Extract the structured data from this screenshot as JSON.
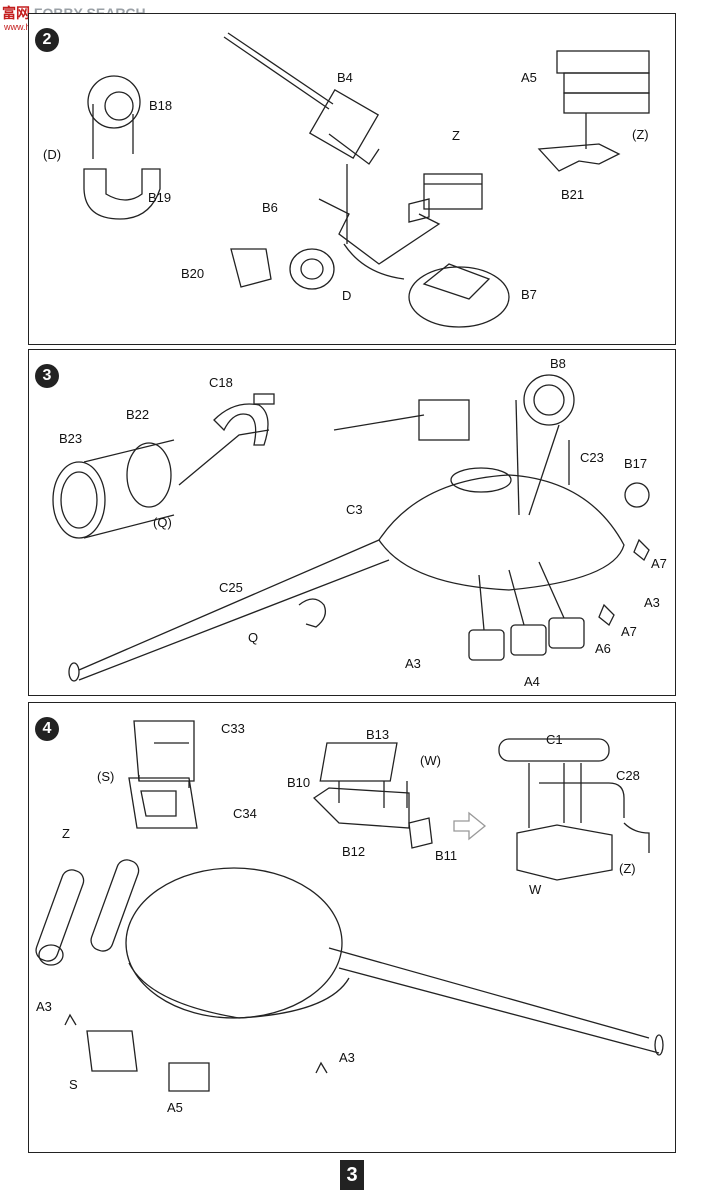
{
  "watermark": {
    "text_a": "富",
    "text_b": "网",
    "text_c": "FOBBY SEARCH",
    "sub": "www.hobbyx.com"
  },
  "steps": {
    "s2": "2",
    "s3": "3",
    "s4": "4"
  },
  "step2": {
    "B18": "B18",
    "D_paren": "(D)",
    "B19": "B19",
    "B4": "B4",
    "B6": "B6",
    "B20": "B20",
    "D": "D",
    "Z": "Z",
    "B7": "B7",
    "A5": "A5",
    "Z_paren": "(Z)",
    "B21": "B21"
  },
  "step3": {
    "C18": "C18",
    "B22": "B22",
    "B23": "B23",
    "Q_paren": "(Q)",
    "B8": "B8",
    "C23": "C23",
    "B17": "B17",
    "C3": "C3",
    "A7a": "A7",
    "A3a": "A3",
    "A7b": "A7",
    "A6": "A6",
    "C25": "C25",
    "Q": "Q",
    "A3b": "A3",
    "A4": "A4"
  },
  "step4": {
    "C33": "C33",
    "S_paren": "(S)",
    "C34": "C34",
    "B13": "B13",
    "W_paren": "(W)",
    "B10": "B10",
    "B12": "B12",
    "B11": "B11",
    "C1": "C1",
    "C28": "C28",
    "W": "W",
    "Z_paren": "(Z)",
    "Z": "Z",
    "A3a": "A3",
    "S": "S",
    "A5": "A5",
    "A3b": "A3"
  },
  "page_number": "3",
  "colors": {
    "ink": "#222222",
    "panel_bg": "#ffffff",
    "watermark": "#c41e1e"
  }
}
